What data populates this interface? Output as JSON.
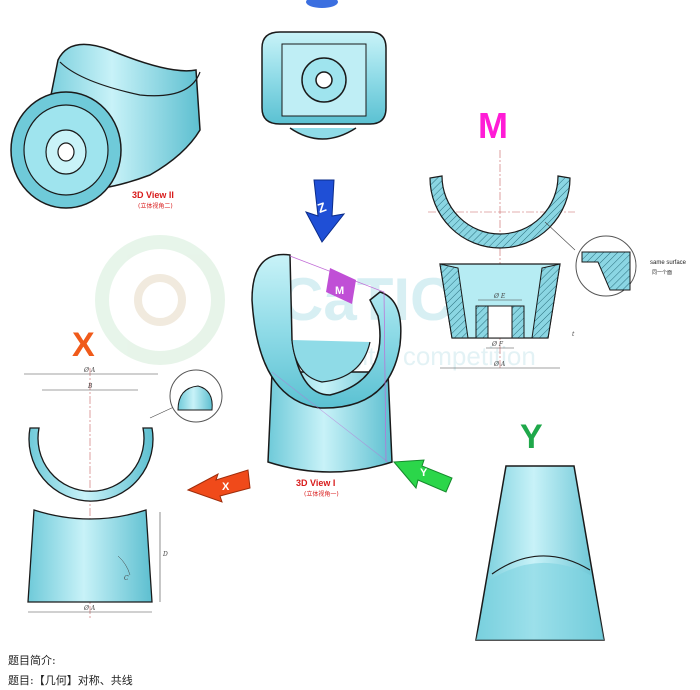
{
  "views": {
    "m": {
      "label": "M"
    },
    "x": {
      "label": "X"
    },
    "y": {
      "label": "Y"
    },
    "view3d_1": {
      "title": "3D View I",
      "subtitle": "(立体视角一)"
    },
    "view3d_2": {
      "title": "3D View II",
      "subtitle": "(立体视角二)"
    }
  },
  "arrows": {
    "z": {
      "label": "Z",
      "color": "#1f4fd6"
    },
    "x": {
      "label": "X",
      "color": "#f05a1a"
    },
    "y": {
      "label": "Y",
      "color": "#2bd64a"
    },
    "m": {
      "label": "M",
      "color": "#c04fd6"
    }
  },
  "dimensions": {
    "diam_a": "Ø A",
    "b": "B",
    "d": "D",
    "c": "C",
    "diam_e": "Ø E",
    "diam_f": "Ø F",
    "t": "t"
  },
  "callout": {
    "same_surface": "same surface",
    "same_surface_cn": "同一个面"
  },
  "watermark": {
    "brand": "CaTICs",
    "sub": "AD Digital competition"
  },
  "footer": {
    "intro": "题目简介:",
    "topic": "题目:【几何】对称、共线"
  },
  "colors": {
    "part_fill": "#9fe4ee",
    "part_dark": "#4bb7c9",
    "outline": "#1a1a1a"
  }
}
